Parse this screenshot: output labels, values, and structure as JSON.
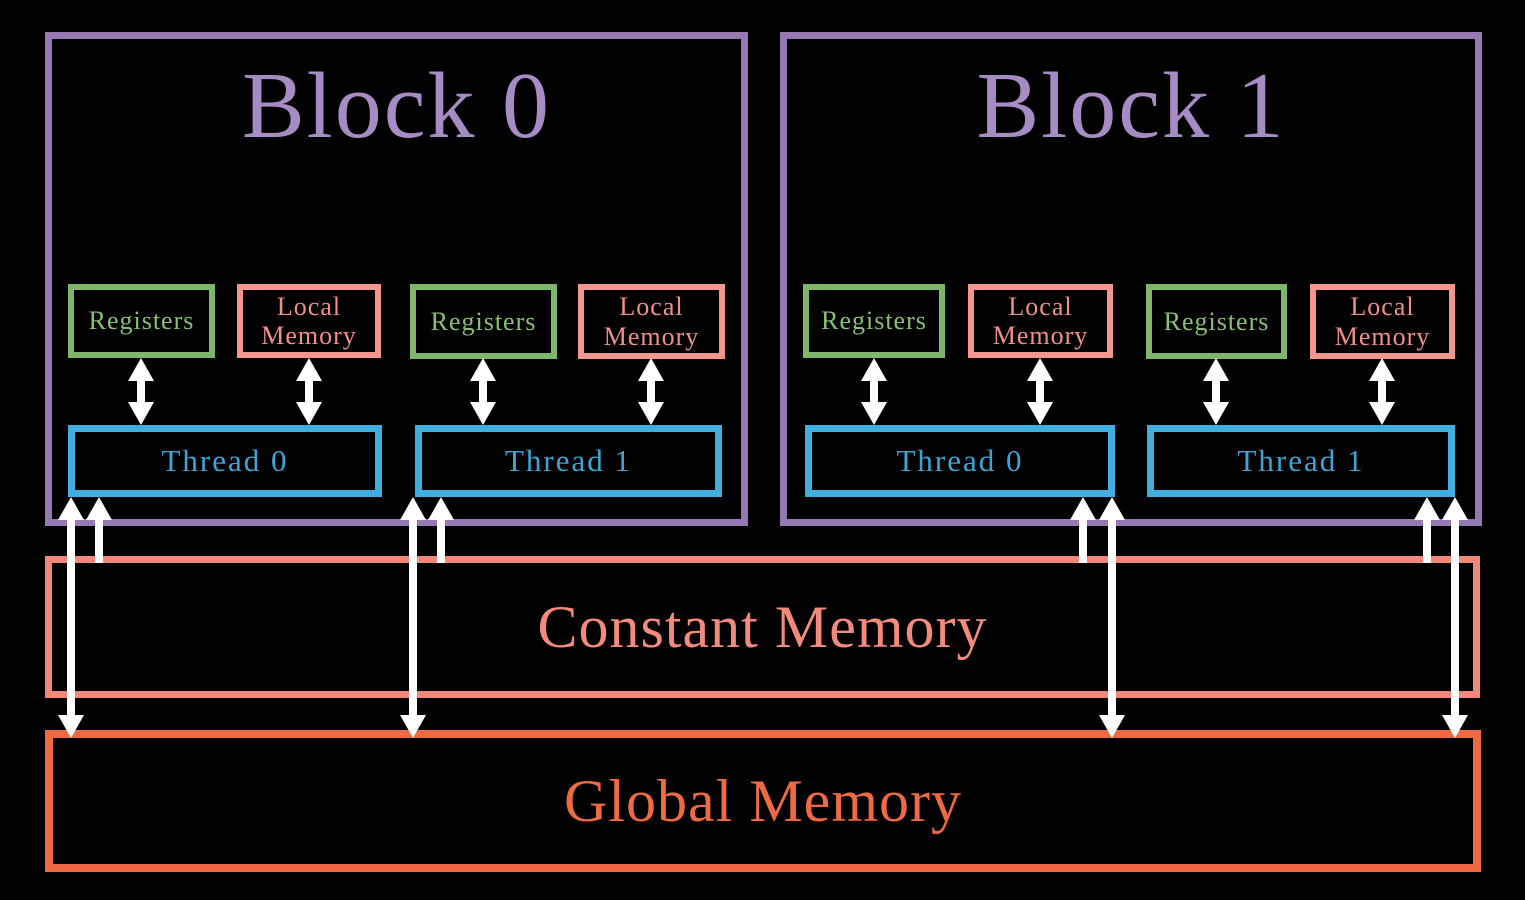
{
  "blocks": [
    {
      "label": "Block 0",
      "threads": [
        {
          "label": "Thread 0",
          "registers_label": "Registers",
          "local_memory_label": "Local Memory"
        },
        {
          "label": "Thread 1",
          "registers_label": "Registers",
          "local_memory_label": "Local Memory"
        }
      ]
    },
    {
      "label": "Block 1",
      "threads": [
        {
          "label": "Thread 0",
          "registers_label": "Registers",
          "local_memory_label": "Local Memory"
        },
        {
          "label": "Thread 1",
          "registers_label": "Registers",
          "local_memory_label": "Local Memory"
        }
      ]
    }
  ],
  "memories": {
    "constant": {
      "label": "Constant Memory"
    },
    "global": {
      "label": "Global Memory"
    }
  },
  "colors": {
    "background": "#000000",
    "block_border": "#9678b2",
    "block_title_text": "#a78bc4",
    "registers_border": "#7eb66c",
    "registers_text": "#88c175",
    "local_memory_border": "#f2968e",
    "local_memory_text": "#f0908a",
    "thread_border": "#3fafe0",
    "thread_text": "#3da6d8",
    "constant_memory_border": "#f0887a",
    "constant_memory_text": "#f28b7b",
    "global_memory_border": "#ed6a45",
    "global_memory_text": "#ee6a42",
    "arrow": "#ffffff"
  }
}
